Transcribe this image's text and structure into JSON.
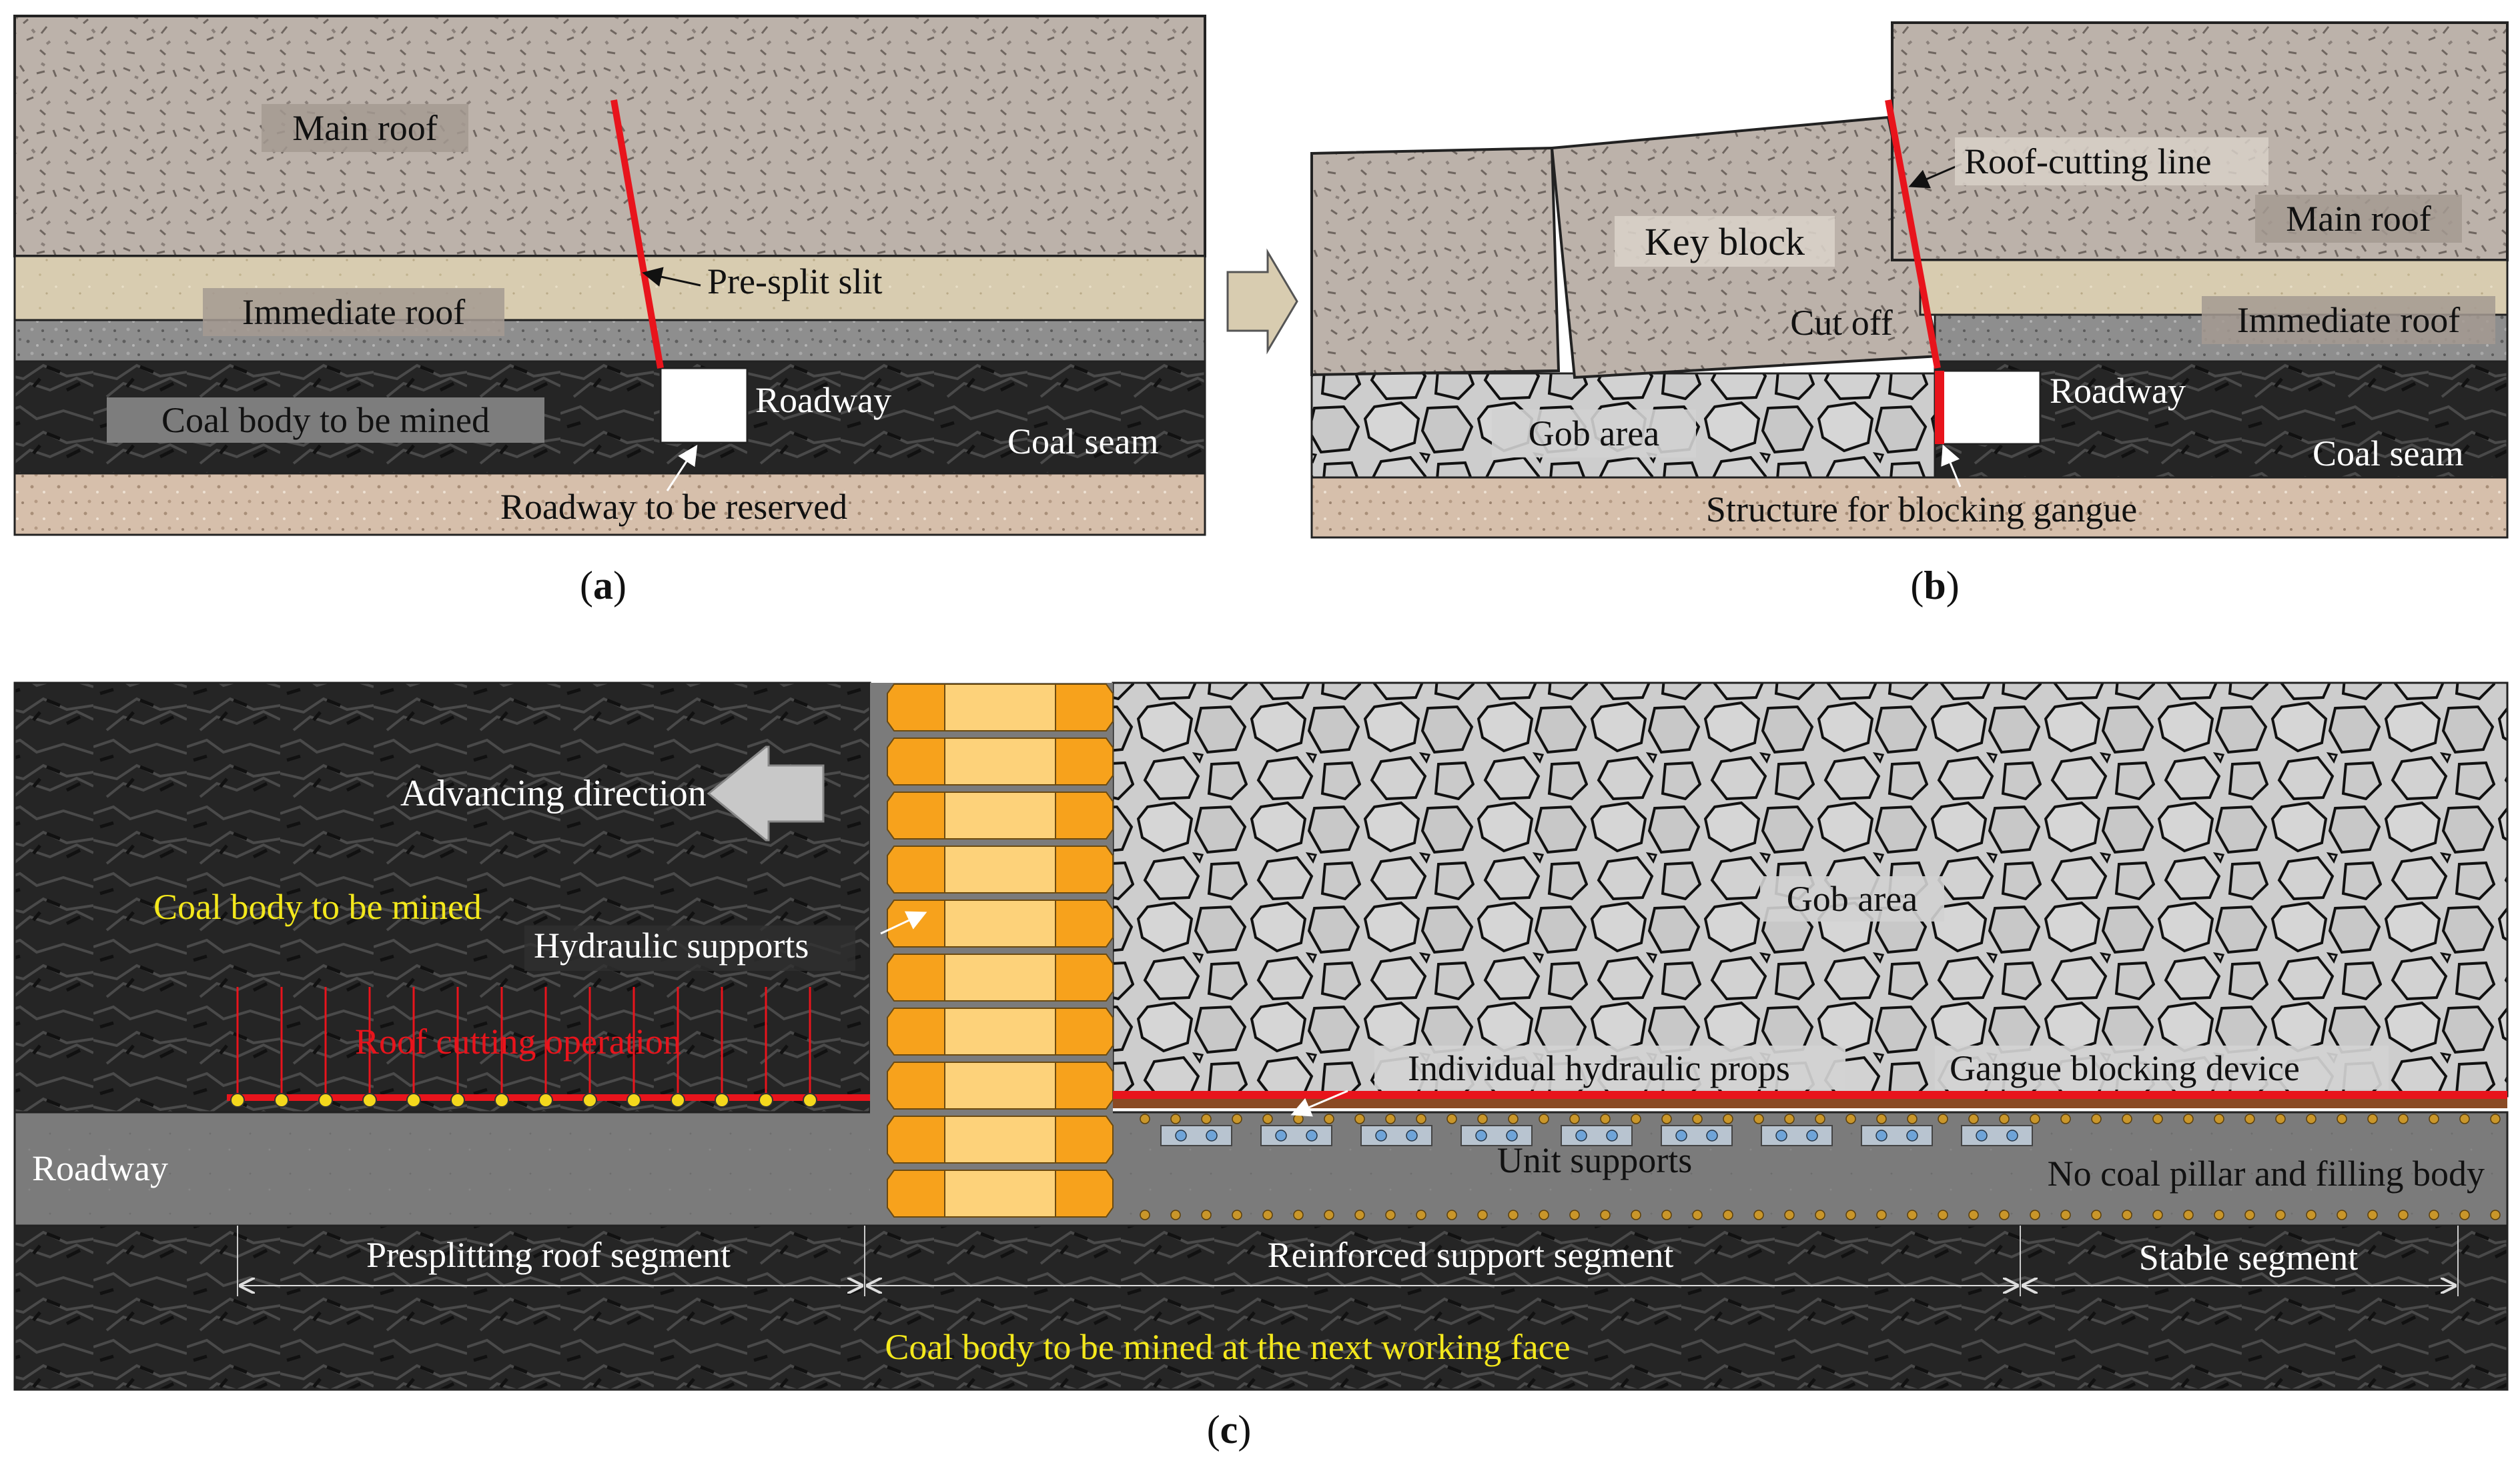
{
  "panels": {
    "a": {
      "caption": "(a)",
      "caption_letter": "a",
      "labels": {
        "main_roof": "Main roof",
        "pre_split_slit": "Pre-split slit",
        "immediate_roof": "Immediate roof",
        "coal_body": "Coal body to be mined",
        "roadway": "Roadway",
        "coal_seam": "Coal seam",
        "roadway_reserved": "Roadway to be reserved"
      }
    },
    "b": {
      "caption": "(b)",
      "caption_letter": "b",
      "labels": {
        "roof_cutting_line": "Roof-cutting line",
        "key_block": "Key block",
        "main_roof": "Main roof",
        "cut_off": "Cut off",
        "immediate_roof": "Immediate roof",
        "gob_area": "Gob area",
        "roadway": "Roadway",
        "coal_seam": "Coal seam",
        "blocking_structure": "Structure for blocking gangue"
      }
    },
    "c": {
      "caption": "(c)",
      "caption_letter": "c",
      "labels": {
        "advancing_direction": "Advancing direction",
        "coal_body": "Coal body to be mined",
        "hydraulic_supports": "Hydraulic supports",
        "roof_cutting_operation": "Roof cutting operation",
        "gob_area": "Gob area",
        "individual_props": "Individual hydraulic props",
        "gangue_device": "Gangue blocking device",
        "roadway": "Roadway",
        "unit_supports": "Unit supports",
        "no_pillar": "No coal pillar and filling body",
        "presplitting_segment": "Presplitting roof segment",
        "reinforced_segment": "Reinforced support segment",
        "stable_segment": "Stable segment",
        "next_face": "Coal body to be mined at the next working face"
      }
    }
  },
  "colors": {
    "main_roof": "#bab0a8",
    "immediate_roof": "#d8ccb0",
    "grey_layer": "#8e8e8e",
    "coal": "#262626",
    "floor": "#d8c0ac",
    "gob": "#cfcfcf",
    "cut_line": "#e8141c",
    "roadway_grey": "#7b7b7b",
    "support_orange": "#f7a21c",
    "support_light": "#fdd27a",
    "yellow_text": "#f4e81c",
    "label_box": "#a49a92"
  }
}
